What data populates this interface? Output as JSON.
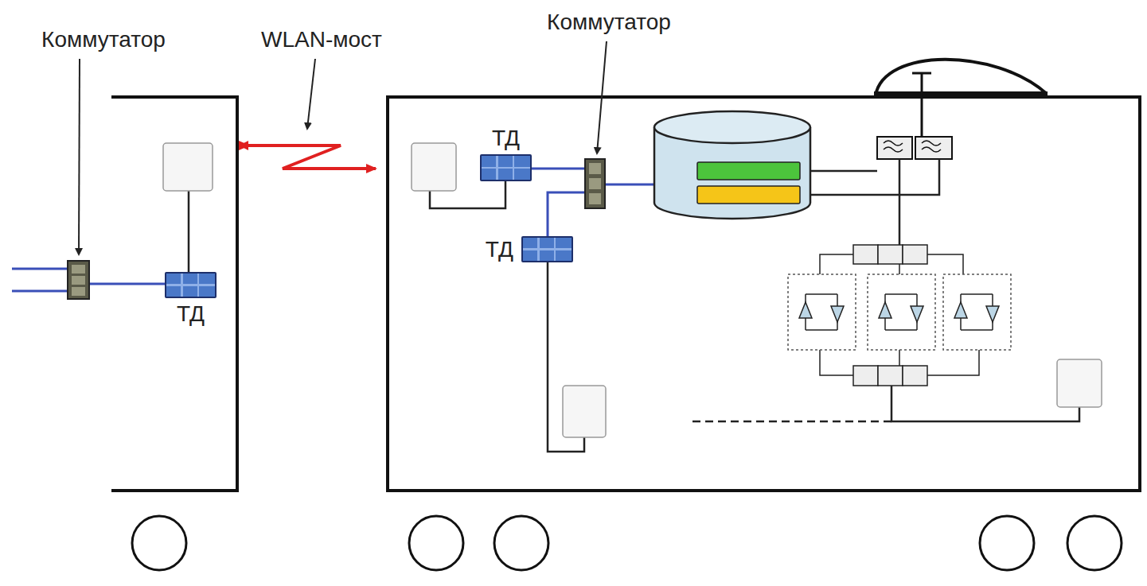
{
  "diagram": {
    "nodes": [
      {
        "text": [
          "ТД"
        ]
      },
      {
        "text": [
          "ТД"
        ]
      },
      {
        "text": [
          "ТД"
        ]
      }
    ],
    "labels": [
      "Коммутатор",
      "WLAN-мост",
      "Коммутатор"
    ]
  }
}
